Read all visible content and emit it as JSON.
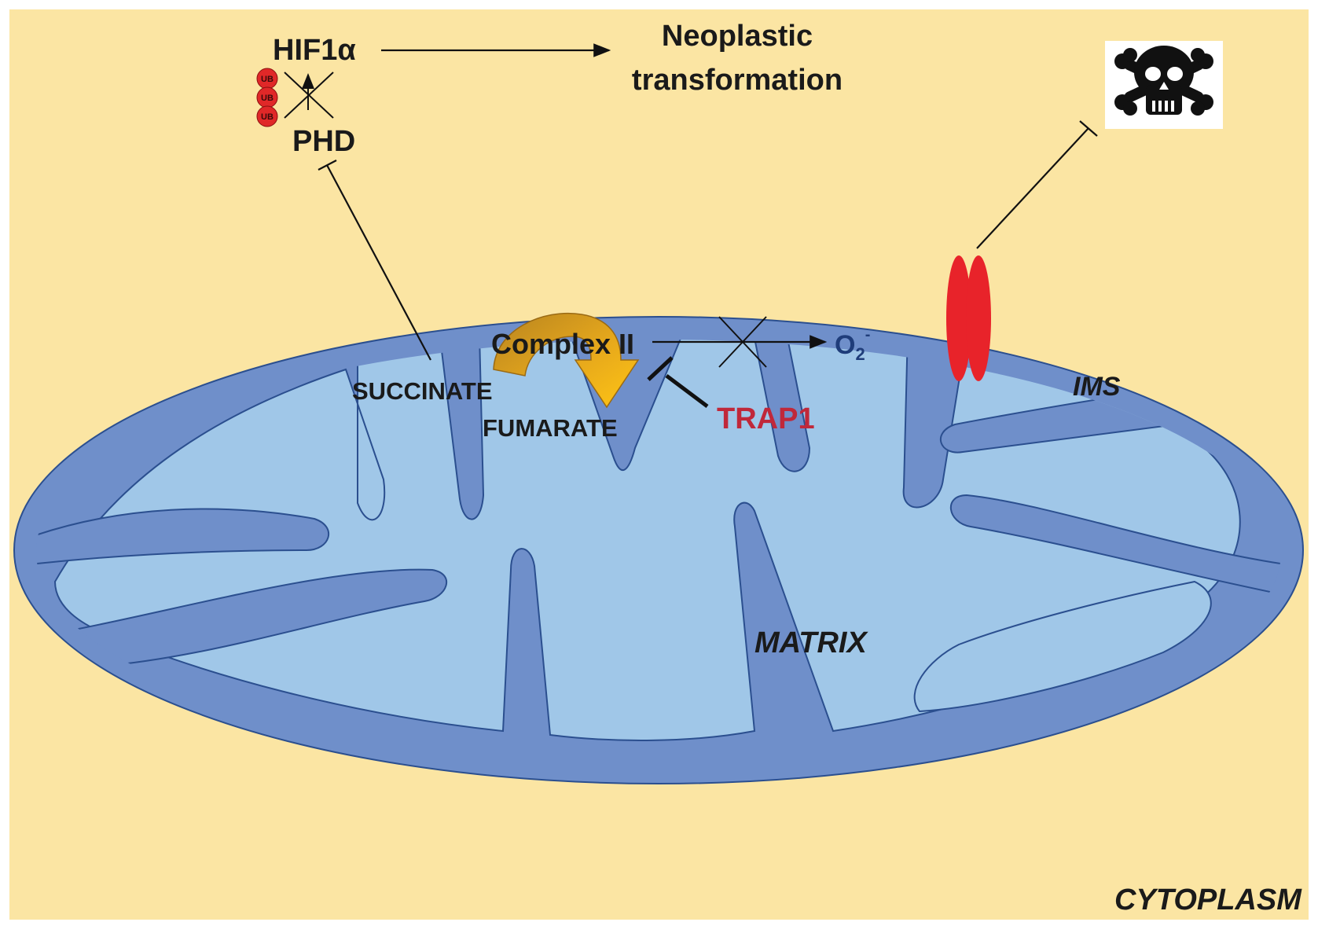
{
  "labels": {
    "hif": "HIF1α",
    "neoplastic_line1": "Neoplastic",
    "neoplastic_line2": "transformation",
    "phd": "PHD",
    "ub": "UB",
    "complex2": "Complex II",
    "o2_base": "O",
    "o2_sub": "2",
    "o2_sup": "-",
    "succinate": "SUCCINATE",
    "fumarate": "FUMARATE",
    "trap1": "TRAP1",
    "ims": "IMS",
    "matrix": "MATRIX",
    "cytoplasm": "CYTOPLASM"
  },
  "colors": {
    "cytoplasm": "#fbe5a3",
    "outer_membrane": "#6f8fca",
    "membrane_line": "#2b4f8f",
    "matrix": "#a0c7e8",
    "channel": "#e8232a",
    "trap1": "#c0283a",
    "o2": "#1f3d7a",
    "arrow_gold_dark": "#c08a1c",
    "arrow_gold_light": "#f5b51a",
    "ub": "#e02828"
  },
  "icons": {
    "skull": "skull-and-crossbones-icon"
  }
}
